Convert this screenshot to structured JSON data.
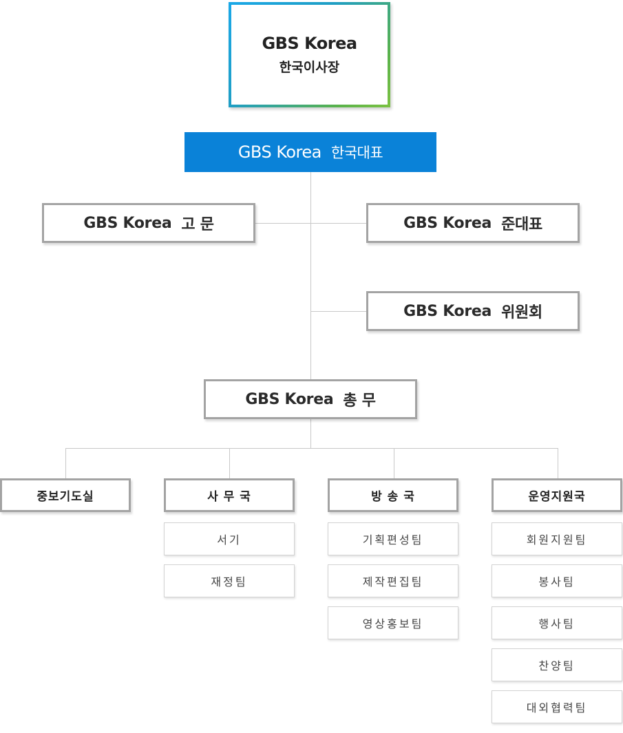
{
  "top": {
    "line1": "GBS Korea",
    "line2": "한국이사장"
  },
  "representative": {
    "name": "GBS Korea",
    "title": "한국대표"
  },
  "advisor": {
    "name": "GBS Korea",
    "title": "고 문"
  },
  "associate_rep": {
    "name": "GBS Korea",
    "title": "준대표"
  },
  "committee": {
    "name": "GBS Korea",
    "title": "위원회"
  },
  "general_affairs": {
    "name": "GBS Korea",
    "title": "총 무"
  },
  "departments": [
    {
      "name": "중보기도실",
      "teams": []
    },
    {
      "name": "사 무 국",
      "teams": [
        "서기",
        "재정팀"
      ]
    },
    {
      "name": "방 송 국",
      "teams": [
        "기획편성팀",
        "제작편집팀",
        "영상홍보팀"
      ]
    },
    {
      "name": "운영지원국",
      "teams": [
        "회원지원팀",
        "봉사팀",
        "행사팀",
        "찬양팀",
        "대외협력팀"
      ]
    }
  ],
  "colors": {
    "rep_bg": "#0a82d8",
    "border_gray": "#a3a3a3",
    "gradient_start": "#1aa8e8",
    "gradient_end": "#7cc242"
  }
}
